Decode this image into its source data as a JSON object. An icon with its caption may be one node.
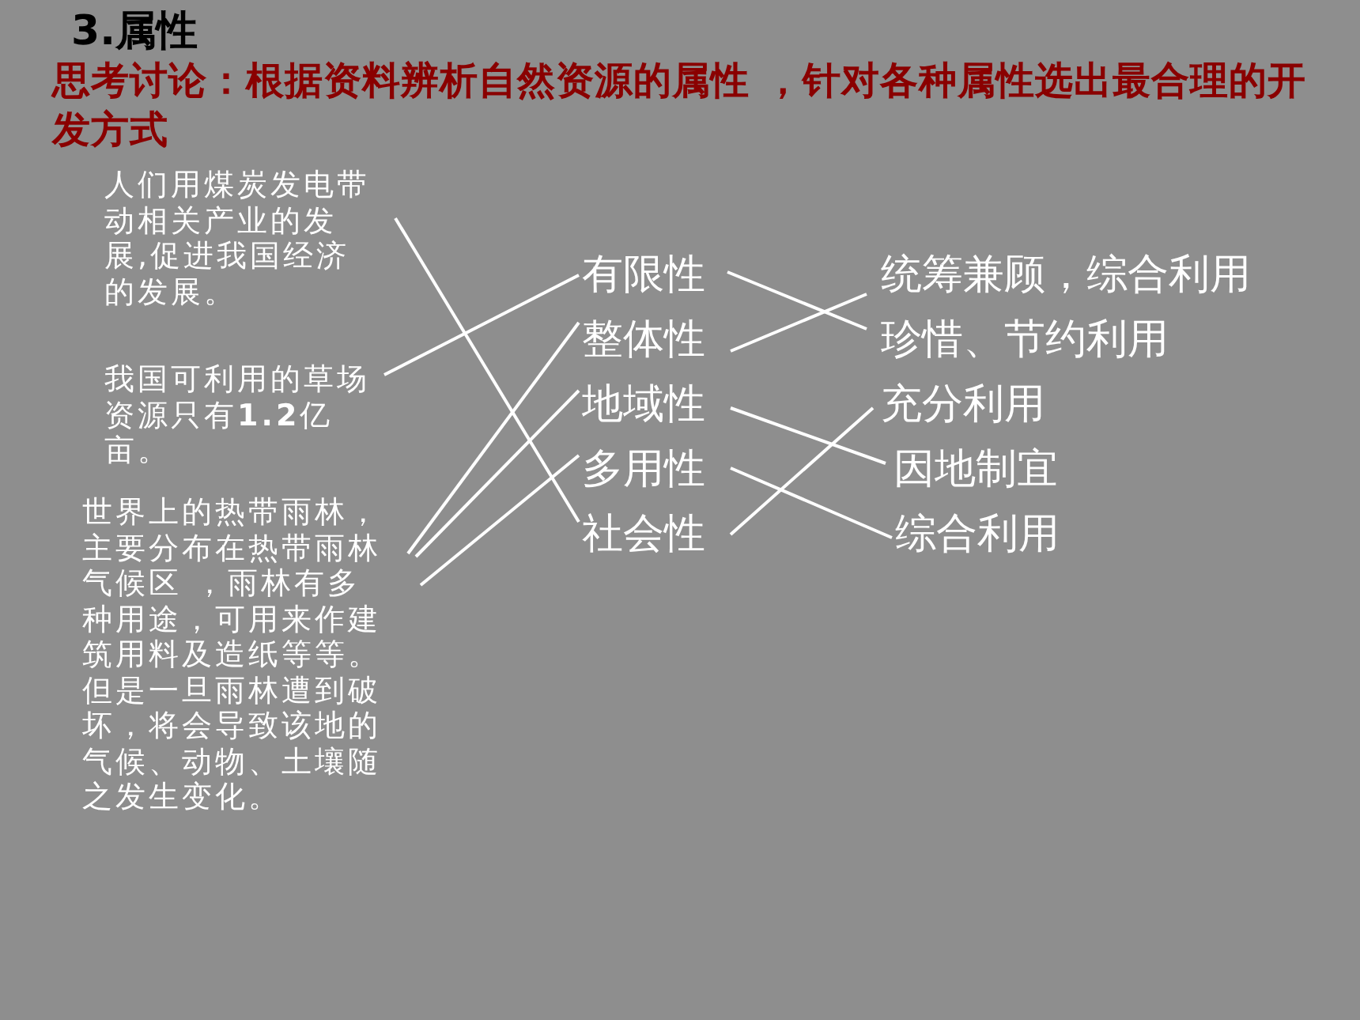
{
  "diagram": {
    "title": "思考讨论：根据资料辨析自然资源的属性 ，针对各种属性选出最合理的开发方式",
    "nodes": [
      {
        "text": [
          "人们用煤炭发电带动相关产业的发展,促进我国经济的发展。"
        ]
      },
      {
        "text": [
          "我国可利用的草场资源只有**1.2**亿亩。"
        ]
      },
      {
        "text": [
          "世界上的热带雨林，主要分布在热带雨林气候区 ，雨林有多种用途，可用来作建筑用料及造纸等等。但是一旦雨林遭到破坏，将会导致该地的气候、动物、土壤随之发生变化。"
        ]
      },
      {
        "text": [
          "有限性"
        ]
      },
      {
        "text": [
          "整体性"
        ]
      },
      {
        "text": [
          "地域性"
        ]
      },
      {
        "text": [
          "多用性"
        ]
      },
      {
        "text": [
          "社会性"
        ]
      },
      {
        "text": [
          "统筹兼顾，综合利用"
        ]
      },
      {
        "text": [
          "珍惜、节约利用"
        ]
      },
      {
        "text": [
          "充分利用"
        ]
      },
      {
        "text": [
          "因地制宜"
        ]
      },
      {
        "text": [
          "综合利用"
        ]
      }
    ],
    "edges": [
      {
        "from": 0,
        "to": 7,
        "arrow": "none"
      },
      {
        "from": 1,
        "to": 3,
        "arrow": "none"
      },
      {
        "from": 2,
        "to": 4,
        "arrow": "none"
      },
      {
        "from": 2,
        "to": 5,
        "arrow": "none"
      },
      {
        "from": 2,
        "to": 6,
        "arrow": "none"
      },
      {
        "from": 3,
        "to": 9,
        "arrow": "none"
      },
      {
        "from": 4,
        "to": 8,
        "arrow": "none"
      },
      {
        "from": 5,
        "to": 11,
        "arrow": "none"
      },
      {
        "from": 6,
        "to": 12,
        "arrow": "none"
      },
      {
        "from": 7,
        "to": 10,
        "arrow": "none"
      }
    ],
    "labels": [
      "3.属性"
    ]
  }
}
